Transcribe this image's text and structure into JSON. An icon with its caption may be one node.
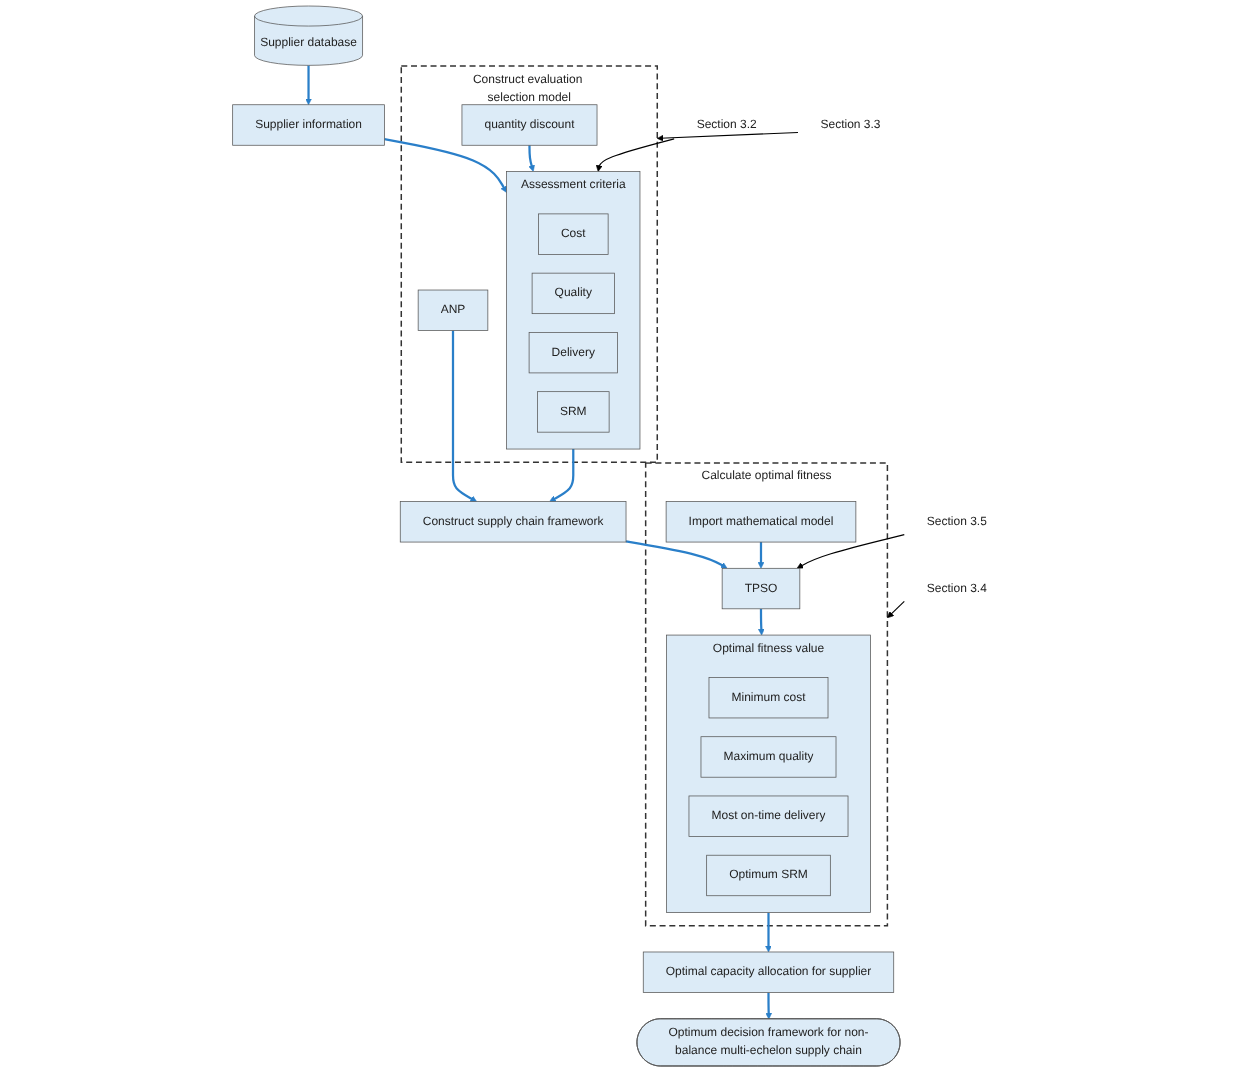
{
  "diagram": {
    "nodes": [
      {
        "text": [
          "Supplier information"
        ]
      },
      {
        "text": [
          "Supplier database"
        ]
      },
      {
        "text": [
          "Construct evaluation selection model"
        ]
      },
      {
        "text": [
          "quantity discount"
        ],
        "in": 2
      },
      {
        "text": [
          "Assessment criteria"
        ],
        "in": 2
      },
      {
        "text": [
          "Cost"
        ],
        "in": 4
      },
      {
        "text": [
          "Quality"
        ],
        "in": 4
      },
      {
        "text": [
          "Delivery"
        ],
        "in": 4
      },
      {
        "text": [
          "SRM"
        ],
        "in": 4
      },
      {
        "text": [
          "ANP"
        ],
        "in": 2
      },
      {
        "text": [
          "Construct supply chain framework"
        ]
      },
      {
        "text": [
          "Calculate optimal fitness"
        ]
      },
      {
        "text": [
          "Import mathematical model"
        ],
        "in": 11
      },
      {
        "text": [
          "TPSO"
        ],
        "in": 11
      },
      {
        "text": [
          "Optimal fitness value"
        ],
        "in": 11
      },
      {
        "text": [
          "Minimum cost"
        ],
        "in": 14
      },
      {
        "text": [
          "Maximum quality"
        ],
        "in": 14
      },
      {
        "text": [
          "Most on-time delivery"
        ],
        "in": 14
      },
      {
        "text": [
          "Optimum SRM"
        ],
        "in": 14
      },
      {
        "text": [
          "Optimal capacity allocation for supplier"
        ]
      },
      {
        "text": [
          "Optimum decision framework for non-balance multi-echelon supply chain"
        ]
      },
      {
        "text": [
          "Section 3.2"
        ]
      },
      {
        "text": [
          "Section 3.3"
        ]
      },
      {
        "text": [
          "Section 3.4"
        ]
      },
      {
        "text": [
          "Section 3.5"
        ]
      }
    ],
    "edges": [
      {
        "from": 1,
        "to": 0,
        "arrow": "to"
      },
      {
        "from": 0,
        "to": 4,
        "arrow": "to"
      },
      {
        "from": 3,
        "to": 4,
        "arrow": "to"
      },
      {
        "from": 4,
        "to": 10,
        "arrow": "to"
      },
      {
        "from": 9,
        "to": 10,
        "arrow": "to"
      },
      {
        "from": 10,
        "to": 13,
        "arrow": "to"
      },
      {
        "from": 12,
        "to": 13,
        "arrow": "to"
      },
      {
        "from": 13,
        "to": 14,
        "arrow": "to"
      },
      {
        "from": 14,
        "to": 19,
        "arrow": "to"
      },
      {
        "from": 19,
        "to": 20,
        "arrow": "to"
      },
      {
        "from": 21,
        "to": 4,
        "arrow": "to",
        "color": "#000000"
      },
      {
        "from": 22,
        "to": 2,
        "arrow": "to",
        "color": "#000000"
      },
      {
        "from": 23,
        "to": 11,
        "arrow": "to",
        "color": "#000000"
      },
      {
        "from": 24,
        "to": 13,
        "arrow": "to",
        "color": "#000000"
      }
    ]
  }
}
